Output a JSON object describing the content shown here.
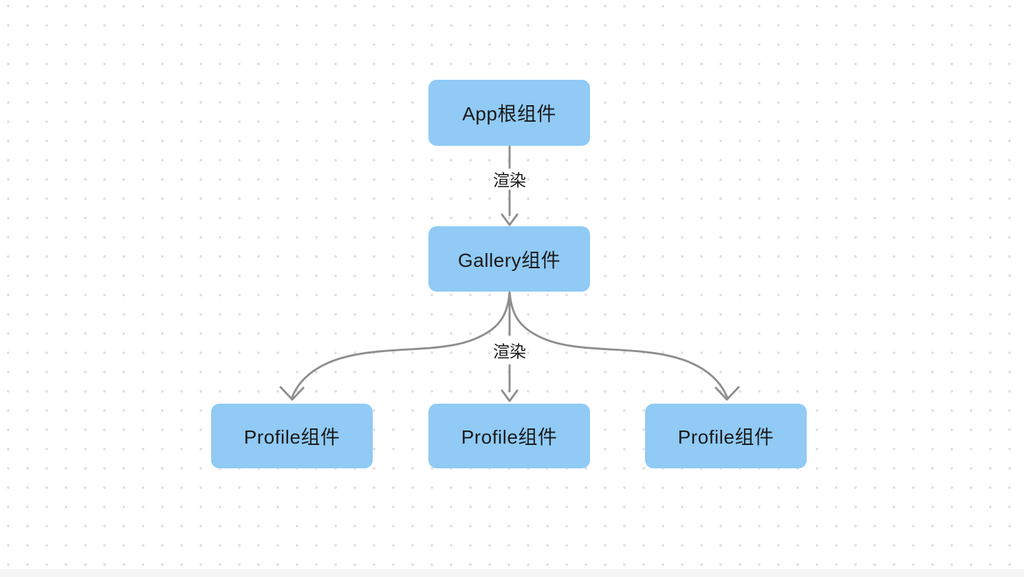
{
  "diagram": {
    "nodes": [
      {
        "id": "app",
        "label": "App根组件"
      },
      {
        "id": "gallery",
        "label": "Gallery组件"
      },
      {
        "id": "profile1",
        "label": "Profile组件"
      },
      {
        "id": "profile2",
        "label": "Profile组件"
      },
      {
        "id": "profile3",
        "label": "Profile组件"
      }
    ],
    "edges": [
      {
        "from": "app",
        "to": "gallery",
        "label": "渲染"
      },
      {
        "from": "gallery",
        "to": "profile1",
        "label": ""
      },
      {
        "from": "gallery",
        "to": "profile2",
        "label": "渲染"
      },
      {
        "from": "gallery",
        "to": "profile3",
        "label": ""
      }
    ],
    "colors": {
      "node_fill": "#90caf5",
      "node_text": "#1a1a1a",
      "edge_stroke": "#8e8e8e",
      "edge_label_text": "#1a1a1a",
      "canvas_background": "#ffffff",
      "canvas_dot": "#e0e0e0"
    }
  }
}
